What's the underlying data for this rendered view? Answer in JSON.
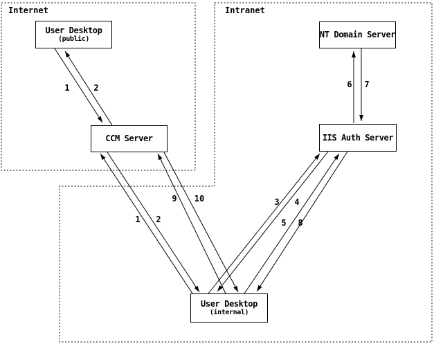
{
  "diagram": {
    "zones": [
      {
        "id": "internet",
        "label": "Internet"
      },
      {
        "id": "intranet",
        "label": "Intranet"
      }
    ],
    "nodes": [
      {
        "id": "user-desktop-public",
        "title": "User Desktop",
        "subtitle": "(public)"
      },
      {
        "id": "ccm-server",
        "title": "CCM Server",
        "subtitle": ""
      },
      {
        "id": "nt-domain-server",
        "title": "NT Domain Server",
        "subtitle": ""
      },
      {
        "id": "iis-auth-server",
        "title": "IIS Auth Server",
        "subtitle": ""
      },
      {
        "id": "user-desktop-internal",
        "title": "User Desktop",
        "subtitle": "(internal)"
      }
    ],
    "edges": [
      {
        "label": "1",
        "from": "user-desktop-public",
        "to": "ccm-server"
      },
      {
        "label": "2",
        "from": "ccm-server",
        "to": "user-desktop-public"
      },
      {
        "label": "1",
        "from": "user-desktop-internal",
        "to": "ccm-server"
      },
      {
        "label": "2",
        "from": "ccm-server",
        "to": "user-desktop-internal"
      },
      {
        "label": "9",
        "from": "user-desktop-internal",
        "to": "ccm-server"
      },
      {
        "label": "10",
        "from": "ccm-server",
        "to": "user-desktop-internal"
      },
      {
        "label": "3",
        "from": "user-desktop-internal",
        "to": "iis-auth-server"
      },
      {
        "label": "4",
        "from": "iis-auth-server",
        "to": "user-desktop-internal"
      },
      {
        "label": "5",
        "from": "user-desktop-internal",
        "to": "iis-auth-server"
      },
      {
        "label": "8",
        "from": "iis-auth-server",
        "to": "user-desktop-internal"
      },
      {
        "label": "6",
        "from": "iis-auth-server",
        "to": "nt-domain-server"
      },
      {
        "label": "7",
        "from": "nt-domain-server",
        "to": "iis-auth-server"
      }
    ],
    "colors": {
      "line": "#000000",
      "background": "#ffffff"
    }
  }
}
